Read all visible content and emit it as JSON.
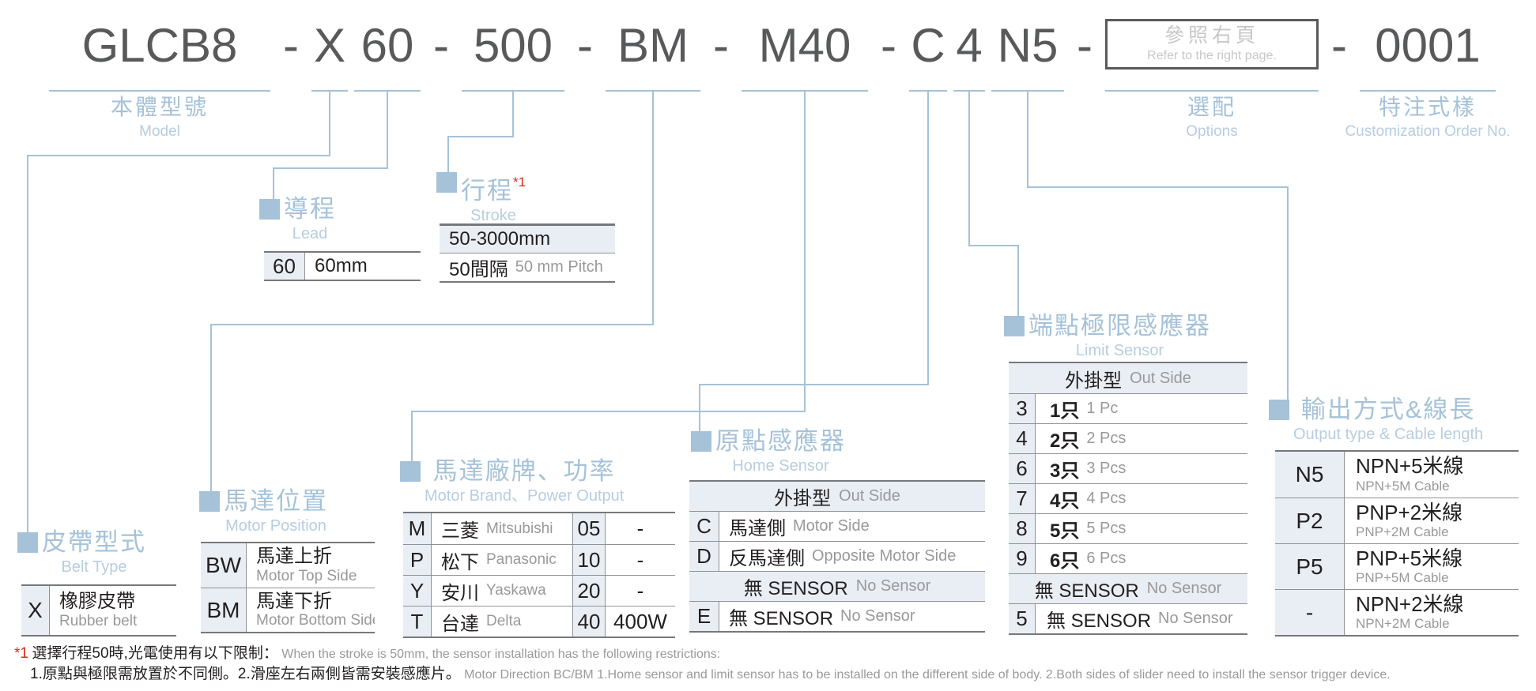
{
  "title": {
    "model_code": "GLCB8",
    "separator": "-",
    "belt_code": "X",
    "lead_code": "60",
    "stroke_code": "500",
    "motor_position_code": "BM",
    "brand_power_code": "M40",
    "home_sensor_code": "C",
    "limit_sensor_code": "4",
    "output_code": "N5",
    "order_code": "0001",
    "options_box": {
      "zh": "參照右頁",
      "en": "Refer to the right page."
    }
  },
  "labels": {
    "model": {
      "zh": "本體型號",
      "en": "Model"
    },
    "options": {
      "zh": "選配",
      "en": "Options"
    },
    "customization": {
      "zh": "特注式樣",
      "en": "Customization Order No."
    }
  },
  "sections": {
    "lead": {
      "zh": "導程",
      "en": "Lead"
    },
    "stroke": {
      "zh": "行程",
      "en": "Stroke",
      "note_ref": "*1"
    },
    "belt": {
      "zh": "皮帶型式",
      "en": "Belt Type"
    },
    "motor_position": {
      "zh": "馬達位置",
      "en": "Motor Position"
    },
    "motor_brand": {
      "zh": "馬達廠牌、功率",
      "en": "Motor Brand、Power Output"
    },
    "home_sensor": {
      "zh": "原點感應器",
      "en": "Home Sensor"
    },
    "limit_sensor": {
      "zh": "端點極限感應器",
      "en": "Limit Sensor"
    },
    "output": {
      "zh": "輸出方式&線長",
      "en": "Output type & Cable length"
    }
  },
  "tables": {
    "lead": {
      "code": "60",
      "value": "60mm"
    },
    "stroke": {
      "range": "50-3000mm",
      "pitch_zh": "50間隔",
      "pitch_en": "50 mm Pitch"
    },
    "belt": {
      "code": "X",
      "zh": "橡膠皮帶",
      "en": "Rubber belt"
    },
    "motor_position": {
      "rows": [
        {
          "code": "BW",
          "zh": "馬達上折",
          "en": "Motor Top Side"
        },
        {
          "code": "BM",
          "zh": "馬達下折",
          "en": "Motor Bottom Side"
        }
      ]
    },
    "motor_brand": {
      "rows": [
        {
          "code": "M",
          "zh": "三菱",
          "en": "Mitsubishi",
          "power_code": "05",
          "power": "-"
        },
        {
          "code": "P",
          "zh": "松下",
          "en": "Panasonic",
          "power_code": "10",
          "power": "-"
        },
        {
          "code": "Y",
          "zh": "安川",
          "en": "Yaskawa",
          "power_code": "20",
          "power": "-"
        },
        {
          "code": "T",
          "zh": "台達",
          "en": "Delta",
          "power_code": "40",
          "power": "400W"
        }
      ]
    },
    "home_sensor": {
      "header": {
        "zh": "外掛型",
        "en": "Out Side"
      },
      "rows": [
        {
          "code": "C",
          "zh": "馬達側",
          "en": "Motor Side"
        },
        {
          "code": "D",
          "zh": "反馬達側",
          "en": "Opposite Motor Side"
        }
      ],
      "none_header": {
        "zh": "無 SENSOR",
        "en": "No Sensor"
      },
      "none_row": {
        "code": "E",
        "zh": "無 SENSOR",
        "en": "No Sensor"
      }
    },
    "limit_sensor": {
      "header": {
        "zh": "外掛型",
        "en": "Out Side"
      },
      "rows": [
        {
          "code": "3",
          "zh": "1只",
          "en": "1 Pc"
        },
        {
          "code": "4",
          "zh": "2只",
          "en": "2 Pcs"
        },
        {
          "code": "6",
          "zh": "3只",
          "en": "3 Pcs"
        },
        {
          "code": "7",
          "zh": "4只",
          "en": "4 Pcs"
        },
        {
          "code": "8",
          "zh": "5只",
          "en": "5 Pcs"
        },
        {
          "code": "9",
          "zh": "6只",
          "en": "6 Pcs"
        }
      ],
      "none_header": {
        "zh": "無 SENSOR",
        "en": "No Sensor"
      },
      "none_row": {
        "code": "5",
        "zh": "無 SENSOR",
        "en": "No Sensor"
      }
    },
    "output": {
      "rows": [
        {
          "code": "N5",
          "zh": "NPN+5米線",
          "en": "NPN+5M Cable"
        },
        {
          "code": "P2",
          "zh": "PNP+2米線",
          "en": "PNP+2M Cable"
        },
        {
          "code": "P5",
          "zh": "PNP+5米線",
          "en": "PNP+5M Cable"
        },
        {
          "code": "-",
          "zh": "NPN+2米線",
          "en": "NPN+2M Cable"
        }
      ]
    }
  },
  "footnote": {
    "ref": "*1",
    "line1_zh": "選擇行程50時,光電使用有以下限制：",
    "line1_en": "When the stroke is 50mm, the sensor installation has  the following restrictions:",
    "line2_zh": "1.原點與極限需放置於不同側。2.滑座左右兩側皆需安裝感應片。",
    "line2_en": "Motor Direction BC/BM 1.Home sensor and limit sensor has to be installed on the different side of body.  2.Both sides of slider need to install the sensor trigger device."
  },
  "colors": {
    "accent_blue": "#a5c2d8",
    "accent_blue_light": "#b7cde0",
    "title_gray": "#58595b",
    "dark_text": "#231f20",
    "gray_text": "#98999b",
    "red": "#e0261f",
    "cell_bg": "#e9eef4"
  }
}
